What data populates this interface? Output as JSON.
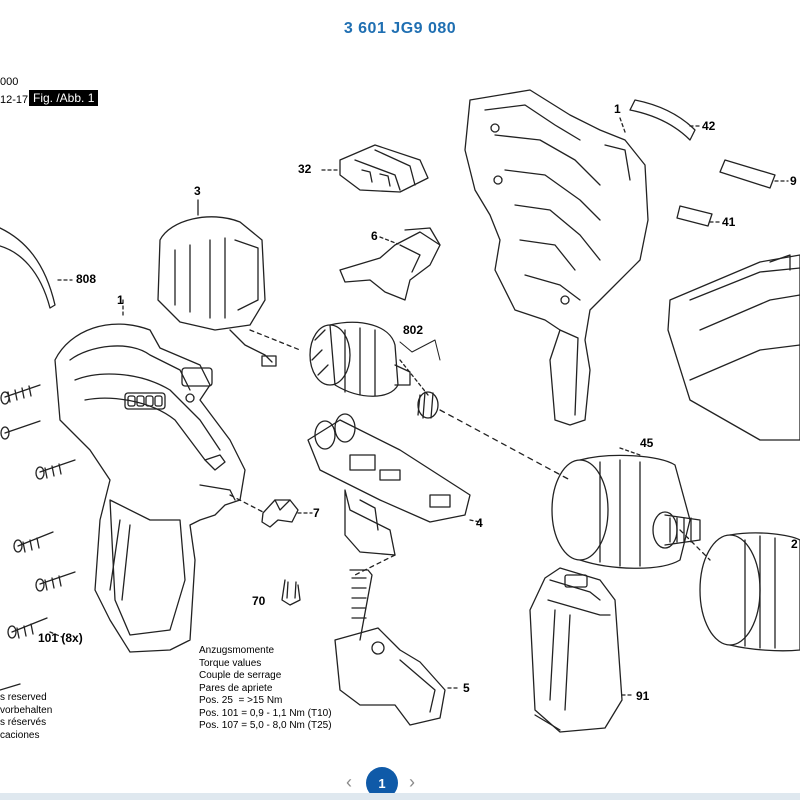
{
  "header": {
    "doc_number": "3 601 JG9 080",
    "meta_line1": "000",
    "meta_line2": "12-17",
    "fig_label": "Fig. /Abb. 1"
  },
  "callouts": {
    "c808": "808",
    "c1_left": "1",
    "c3": "3",
    "c32": "32",
    "c6": "6",
    "c802": "802",
    "c7": "7",
    "c4": "4",
    "c70": "70",
    "c101": "101 (8x)",
    "c5": "5",
    "c91": "91",
    "c45": "45",
    "c1_right": "1",
    "c42": "42",
    "c9": "9",
    "c41": "41",
    "c2": "2"
  },
  "torque_notes": {
    "l1": "Anzugsmomente",
    "l2": "Torque values",
    "l3": "Couple de serrage",
    "l4": "Pares de apriete",
    "l5": "Pos. 25  = >15 Nm",
    "l6": "Pos. 101 = 0,9 - 1,1 Nm (T10)",
    "l7": "Pos. 107 = 5,0 - 8,0 Nm (T25)"
  },
  "rights": {
    "l1": "s reserved",
    "l2": "vorbehalten",
    "l3": "s réservés",
    "l4": "cacionеs"
  },
  "pager": {
    "current_page": "1",
    "prev_icon": "‹",
    "next_icon": "›"
  },
  "colors": {
    "accent": "#1f6fb2",
    "page_badge": "#0f5aa8"
  }
}
